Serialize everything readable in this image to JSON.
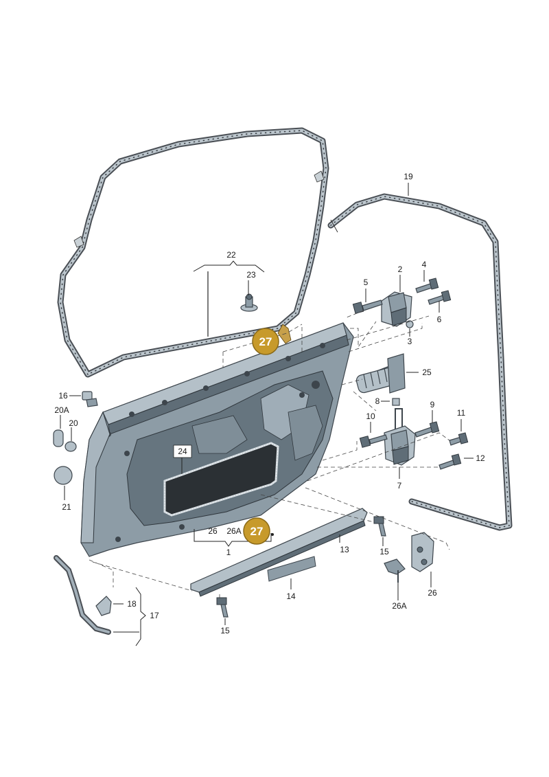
{
  "labels": {
    "l1": "1",
    "l2": "2",
    "l3": "3",
    "l4": "4",
    "l5": "5",
    "l6": "6",
    "l7": "7",
    "l8": "8",
    "l9": "9",
    "l10": "10",
    "l11": "11",
    "l12": "12",
    "l13": "13",
    "l14": "14",
    "l15a": "15",
    "l15b": "15",
    "l16": "16",
    "l17": "17",
    "l18": "18",
    "l19": "19",
    "l20": "20",
    "l20a": "20A",
    "l21": "21",
    "l22": "22",
    "l23": "23",
    "l24": "24",
    "l25": "25",
    "l26a": "26",
    "l26b": "26",
    "l26aa": "26A",
    "l26ab": "26A"
  },
  "callouts": {
    "c1": "27",
    "c2": "27"
  },
  "colors": {
    "callout_fill": "#c79a2b",
    "callout_stroke": "#8a6a18",
    "metal": "#8d9ca6"
  }
}
